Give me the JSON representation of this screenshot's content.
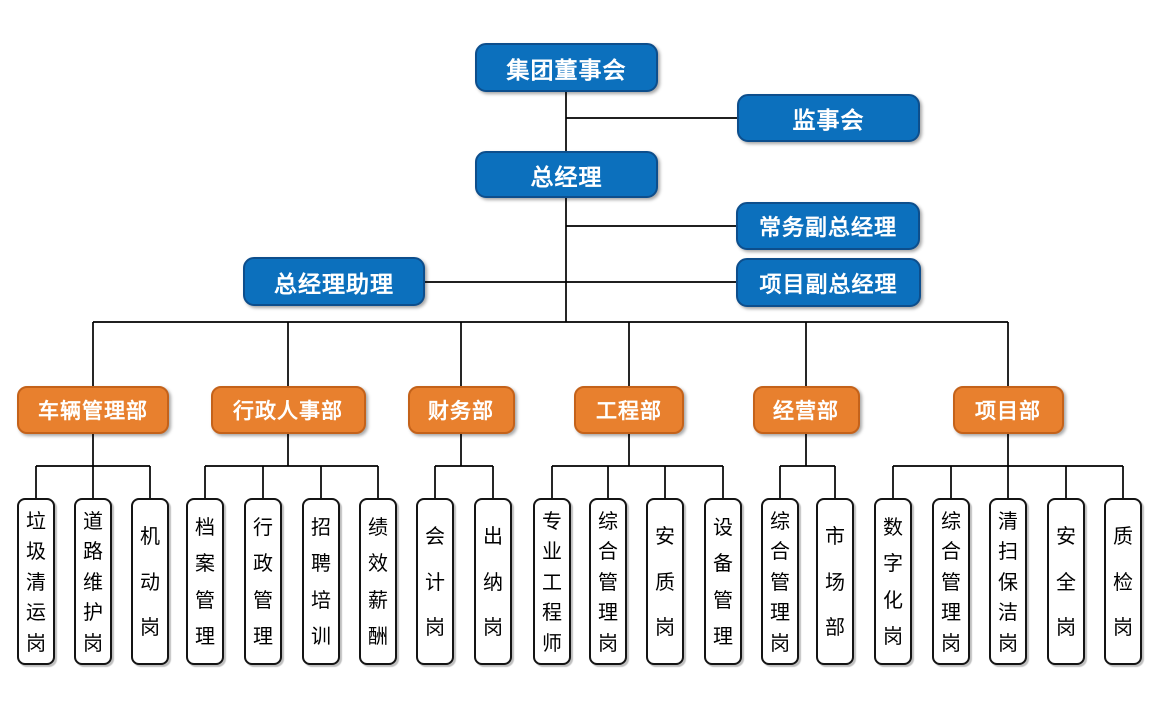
{
  "chart": {
    "executives": {
      "board": "集团董事会",
      "supervisory": "监事会",
      "general_manager": "总经理",
      "executive_deputy_gm": "常务副总经理",
      "project_deputy_gm": "项目副总经理",
      "gm_assistant": "总经理助理"
    },
    "departments": [
      {
        "name": "车辆管理部",
        "posts": [
          "垃圾清运岗",
          "道路维护岗",
          "机动岗"
        ]
      },
      {
        "name": "行政人事部",
        "posts": [
          "档案管理",
          "行政管理",
          "招聘培训",
          "绩效薪酬"
        ]
      },
      {
        "name": "财务部",
        "posts": [
          "会计岗",
          "出纳岗"
        ]
      },
      {
        "name": "工程部",
        "posts": [
          "专业工程师",
          "综合管理岗",
          "安质岗",
          "设备管理"
        ]
      },
      {
        "name": "经营部",
        "posts": [
          "综合管理岗",
          "市场部"
        ]
      },
      {
        "name": "项目部",
        "posts": [
          "数字化岗",
          "综合管理岗",
          "清扫保洁岗",
          "安全岗",
          "质检岗"
        ]
      }
    ],
    "colors": {
      "executive_fill": "#0c70bd",
      "executive_border": "#0d4e8c",
      "department_fill": "#e8802e",
      "department_border": "#c4621a",
      "post_fill": "#ffffff",
      "post_border": "#141414",
      "connector": "#000000",
      "text_light": "#ffffff",
      "text_dark": "#000000"
    }
  }
}
